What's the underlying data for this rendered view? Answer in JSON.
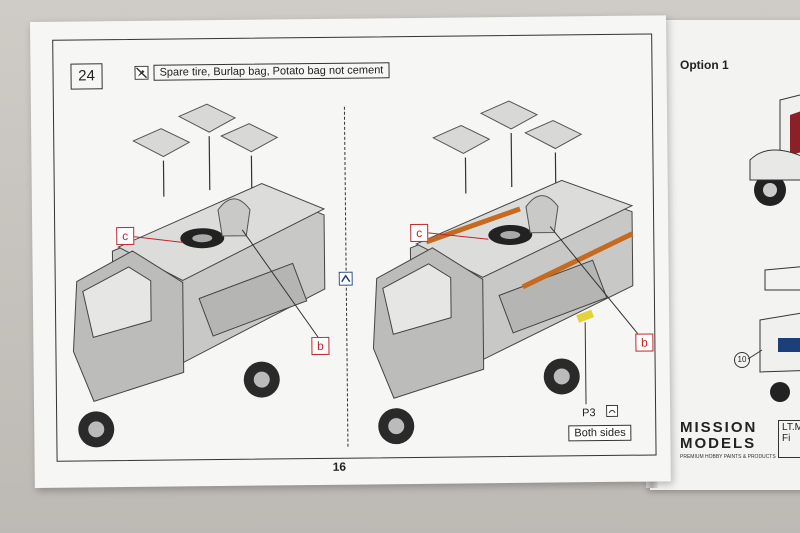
{
  "step": {
    "number": "24"
  },
  "note": {
    "icon": "no-cement-icon",
    "text": "Spare tire, Burlap bag, Potato bag not cement"
  },
  "labels": {
    "c_left": "c",
    "b_left": "b",
    "c_right": "c",
    "b_right": "b"
  },
  "decal": {
    "part": "P3",
    "icon": "decal-icon",
    "placement": "Both sides"
  },
  "divider_icon": "rotate-view-icon",
  "page_number": "16",
  "right_page": {
    "option_title": "Option 1",
    "callout": "10",
    "brand_line1": "MISSION",
    "brand_line2": "MODELS",
    "tagline": "PREMIUM HOBBY PAINTS & PRODUCTS",
    "box_text": "LT.M",
    "box_text2": "Fi"
  },
  "colors": {
    "paper": "#f6f6f4",
    "label_red": "#c0262d",
    "line": "#333333",
    "table": "#c9c5c0"
  }
}
